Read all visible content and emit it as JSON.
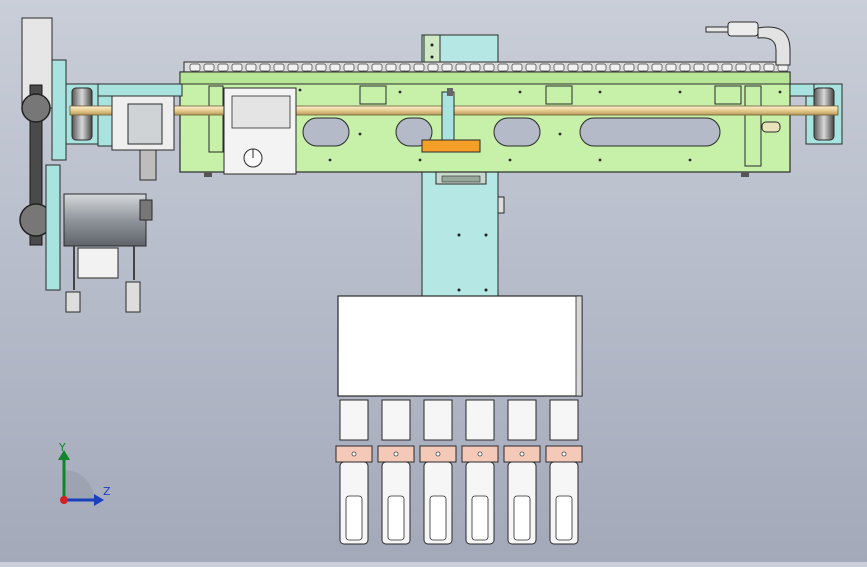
{
  "viewport": {
    "background_top": "#c9ced8",
    "background_bottom": "#a3a9b9"
  },
  "colors": {
    "frame_green": "#c7f0a8",
    "frame_green_dark": "#9fd884",
    "cyan_plate": "#a9e3e0",
    "rod": "#e8d3a0",
    "orange_block": "#f4a028",
    "gripper_pad": "#f5c9b8",
    "outline": "#2a2a2a",
    "motor_body": "#9ea3a8"
  },
  "triad": {
    "y_axis": "Y",
    "z_axis": "Z",
    "y_color": "#13842d",
    "z_color": "#1a3fbf",
    "origin_color": "#d42020"
  },
  "grippers": {
    "count": 6
  }
}
